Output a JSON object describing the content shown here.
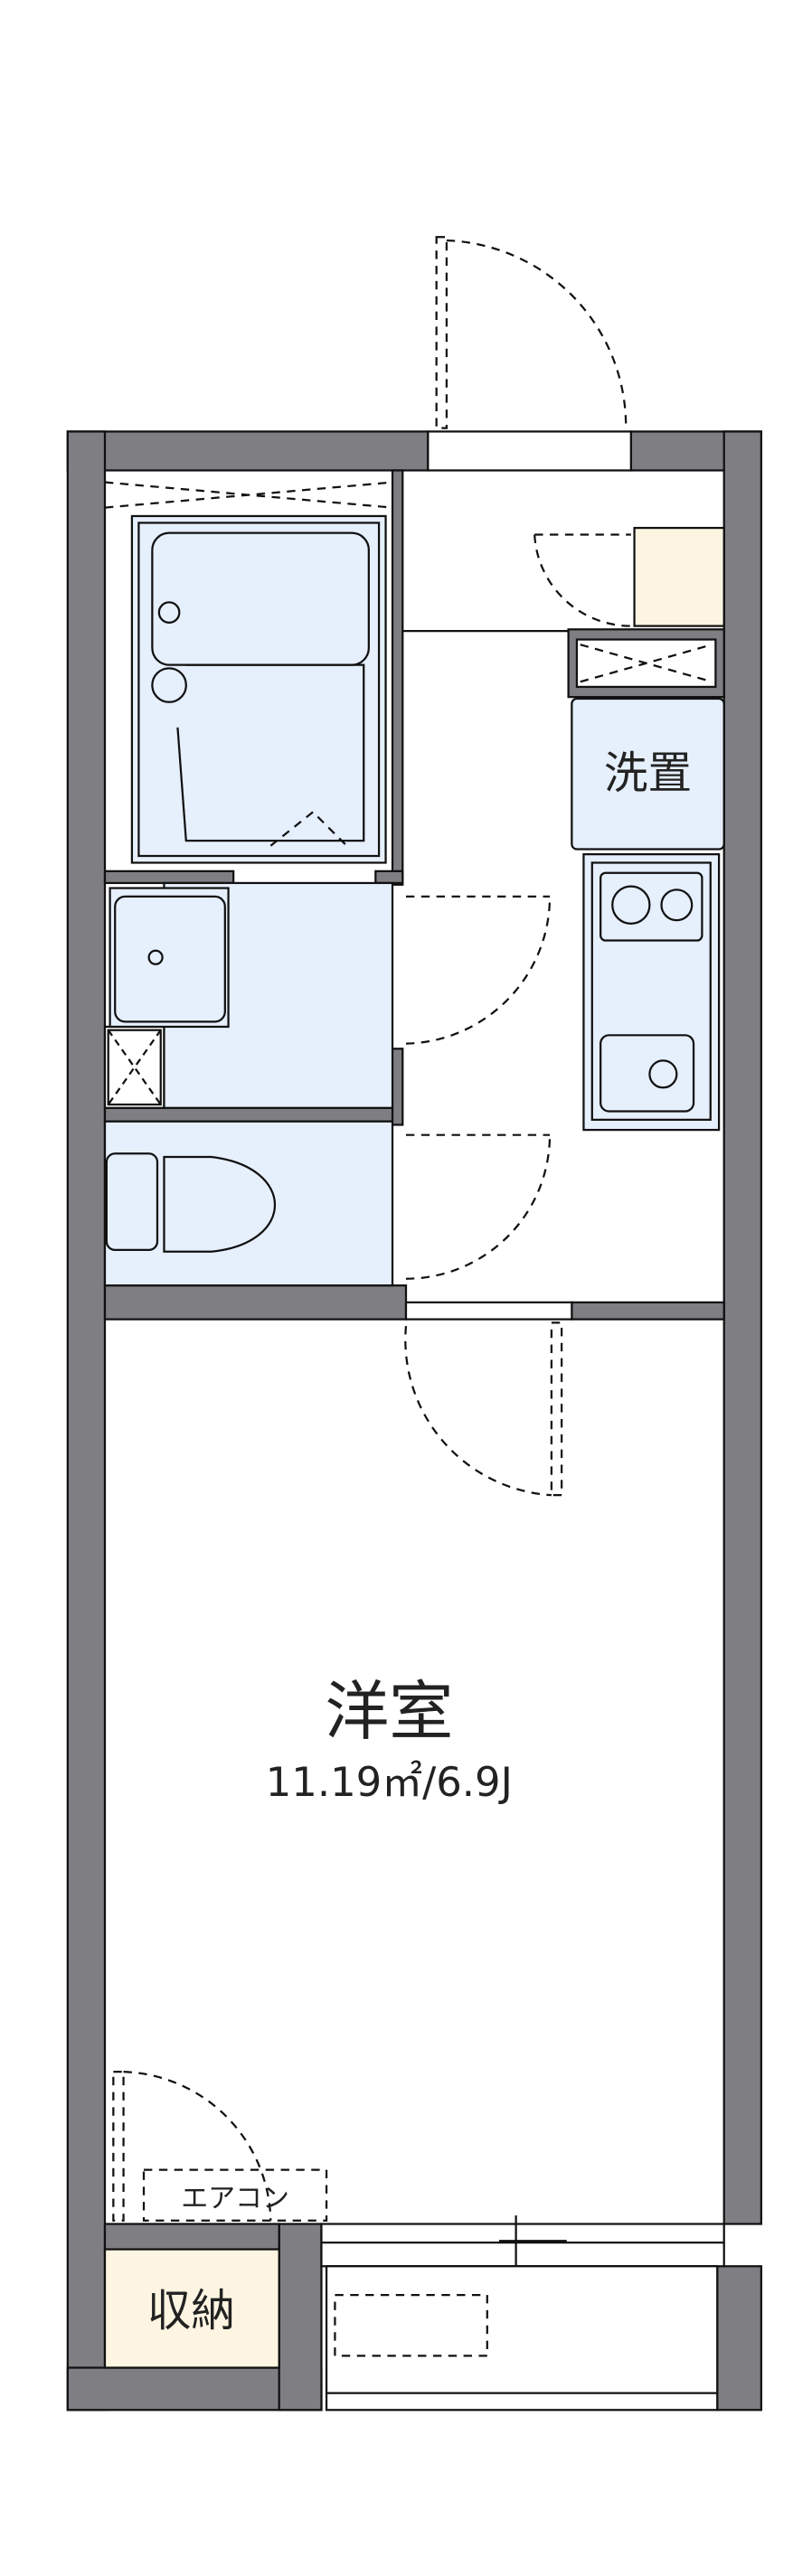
{
  "floorplan": {
    "rooms": {
      "washer_space": "洗置",
      "western_room": "洋室",
      "western_room_area": "11.19㎡/6.9J",
      "air_conditioner": "エアコン",
      "storage": "収納"
    },
    "colors": {
      "wall": "#7f7e83",
      "fixture_fill": "#e6effc",
      "storage_fill": "#fdf5e2",
      "line": "#111111"
    }
  }
}
